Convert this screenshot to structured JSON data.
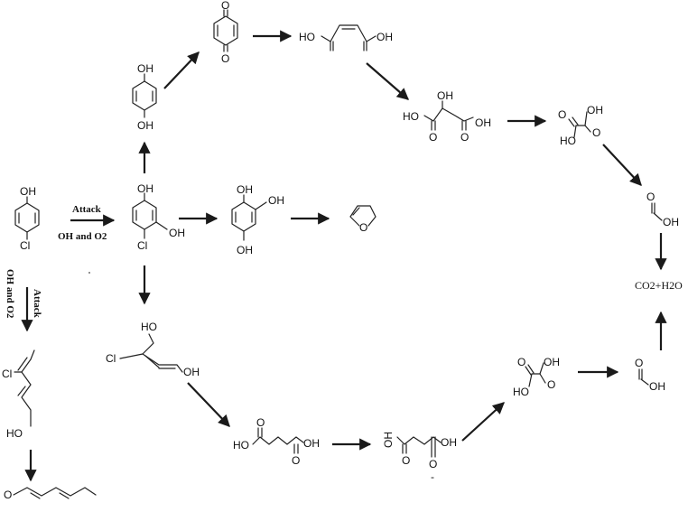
{
  "attack": {
    "label": "Attack",
    "radicals": "OH and O2",
    "vertical_label": "Attack",
    "vertical_radicals": "OH and O2"
  },
  "labels": {
    "oh": "OH",
    "ho": "HO",
    "o": "O",
    "cl": "Cl",
    "dot_minus": "·",
    "minus": "-",
    "final_products": "CO2+H2O"
  }
}
